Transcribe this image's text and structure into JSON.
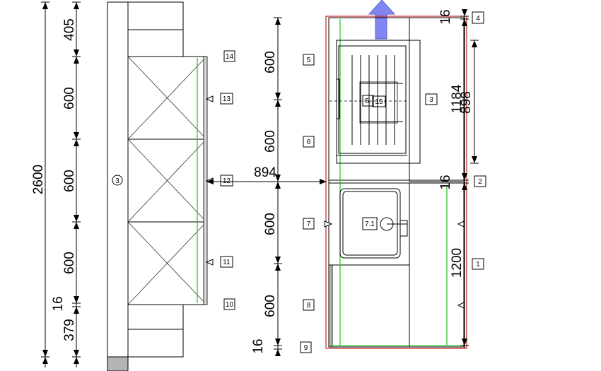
{
  "left_dims": [
    {
      "id": "overall",
      "text": "2600"
    },
    {
      "id": "top",
      "text": "405"
    },
    {
      "id": "s1",
      "text": "600"
    },
    {
      "id": "s2",
      "text": "600"
    },
    {
      "id": "s3",
      "text": "600"
    },
    {
      "id": "gap",
      "text": "16"
    },
    {
      "id": "bottom",
      "text": "379"
    }
  ],
  "mid_dims": [
    {
      "id": "m1",
      "text": "600"
    },
    {
      "id": "m2",
      "text": "600"
    },
    {
      "id": "m3",
      "text": "600"
    },
    {
      "id": "m4",
      "text": "600"
    },
    {
      "id": "m5",
      "text": "16"
    }
  ],
  "depth_dim": "894",
  "right_dims": [
    {
      "id": "r_top16",
      "text": "16"
    },
    {
      "id": "r_1184",
      "text": "1184"
    },
    {
      "id": "r_898",
      "text": "898"
    },
    {
      "id": "r_mid16",
      "text": "16"
    },
    {
      "id": "r_1200",
      "text": "1200"
    }
  ],
  "tags": [
    {
      "id": "t14",
      "text": "14"
    },
    {
      "id": "t13",
      "text": "13"
    },
    {
      "id": "t12",
      "text": "12"
    },
    {
      "id": "t11",
      "text": "11"
    },
    {
      "id": "t10",
      "text": "10"
    },
    {
      "id": "t5",
      "text": "5"
    },
    {
      "id": "t6",
      "text": "6"
    },
    {
      "id": "t7",
      "text": "7"
    },
    {
      "id": "t8",
      "text": "8"
    },
    {
      "id": "t9",
      "text": "9"
    },
    {
      "id": "t4",
      "text": "4"
    },
    {
      "id": "t3",
      "text": "3"
    },
    {
      "id": "t2",
      "text": "2"
    },
    {
      "id": "t1",
      "text": "1"
    },
    {
      "id": "t15",
      "text": "15"
    },
    {
      "id": "t5b",
      "text": "5."
    },
    {
      "id": "t71",
      "text": "7.1"
    }
  ],
  "circle_tag": "3",
  "colors": {
    "line": "#000000",
    "green": "#22c022",
    "red": "#cc2222",
    "arrow": "#7f86f0",
    "gray": "#b4b4b4"
  }
}
